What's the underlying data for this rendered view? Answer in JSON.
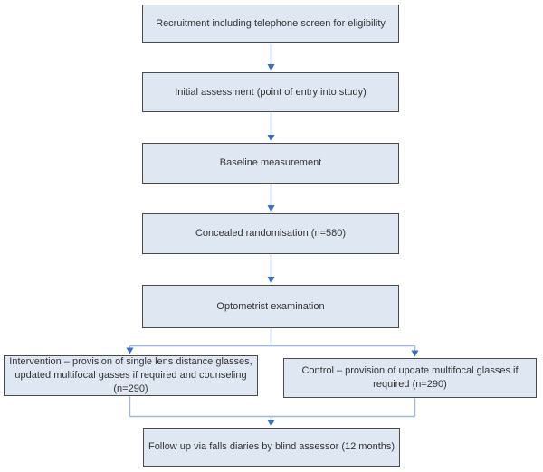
{
  "diagram": {
    "type": "flowchart",
    "background": "#ffffff",
    "colors": {
      "node_fill": "#dfe7f3",
      "node_border": "#4a4a4a",
      "connector_line": "#9cb6dd",
      "arrowhead": "#3e6dbf",
      "text": "#333333"
    },
    "nodes": [
      {
        "id": "recruitment",
        "label": "Recruitment including telephone screen for eligibility"
      },
      {
        "id": "initial-assessment",
        "label": "Initial assessment (point of entry into study)"
      },
      {
        "id": "baseline-measurement",
        "label": "Baseline measurement"
      },
      {
        "id": "concealed-randomisation",
        "label": "Concealed randomisation (n=580)"
      },
      {
        "id": "optometrist-examination",
        "label": "Optometrist examination"
      },
      {
        "id": "intervention",
        "label": "Intervention – provision of single lens distance glasses,\nupdated multifocal gasses if required and counseling\n(n=290)"
      },
      {
        "id": "control",
        "label": "Control – provision of update multifocal glasses if\nrequired (n=290)"
      },
      {
        "id": "follow-up",
        "label": "Follow up via falls diaries by blind assessor (12 months)"
      }
    ],
    "edges": [
      {
        "from": "recruitment",
        "to": "initial-assessment"
      },
      {
        "from": "initial-assessment",
        "to": "baseline-measurement"
      },
      {
        "from": "baseline-measurement",
        "to": "concealed-randomisation"
      },
      {
        "from": "concealed-randomisation",
        "to": "optometrist-examination"
      },
      {
        "from": "optometrist-examination",
        "to": "intervention"
      },
      {
        "from": "optometrist-examination",
        "to": "control"
      },
      {
        "from": "intervention",
        "to": "follow-up"
      },
      {
        "from": "control",
        "to": "follow-up"
      }
    ]
  }
}
